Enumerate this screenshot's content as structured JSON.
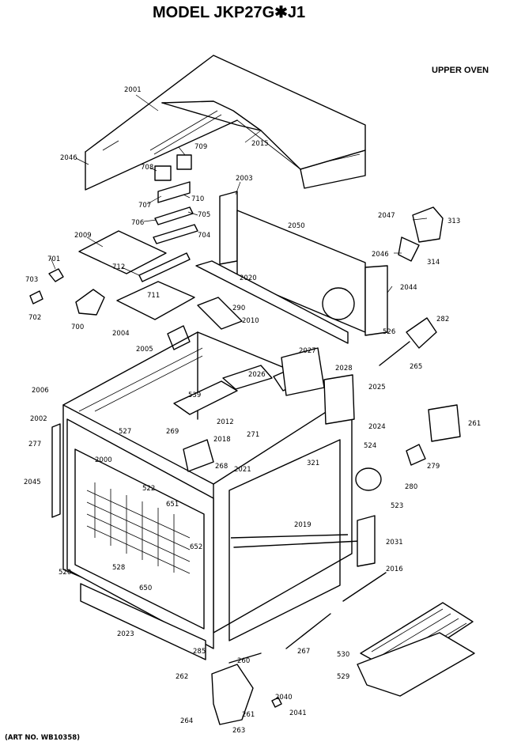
{
  "title": "MODEL JKP27G✱J1",
  "subtitle": "UPPER OVEN",
  "art_no": "(ART NO. WB10358)",
  "labels": [
    "2001",
    "2046",
    "2015",
    "709",
    "708",
    "707",
    "710",
    "2003",
    "706",
    "705",
    "2047",
    "313",
    "2009",
    "2050",
    "704",
    "2046",
    "314",
    "701",
    "712",
    "711",
    "2020",
    "2044",
    "703",
    "702",
    "700",
    "290",
    "2004",
    "2010",
    "282",
    "2005",
    "526",
    "2027",
    "2026",
    "265",
    "2028",
    "2006",
    "2025",
    "2002",
    "539",
    "527",
    "2012",
    "2024",
    "261",
    "269",
    "2018",
    "271",
    "277",
    "2000",
    "268",
    "2021",
    "524",
    "279",
    "321",
    "2045",
    "522",
    "651",
    "280",
    "523",
    "2019",
    "2031",
    "520",
    "652",
    "528",
    "650",
    "2016",
    "2023",
    "285",
    "267",
    "530",
    "260",
    "529",
    "262",
    "2040",
    "264",
    "261",
    "2041",
    "263"
  ]
}
